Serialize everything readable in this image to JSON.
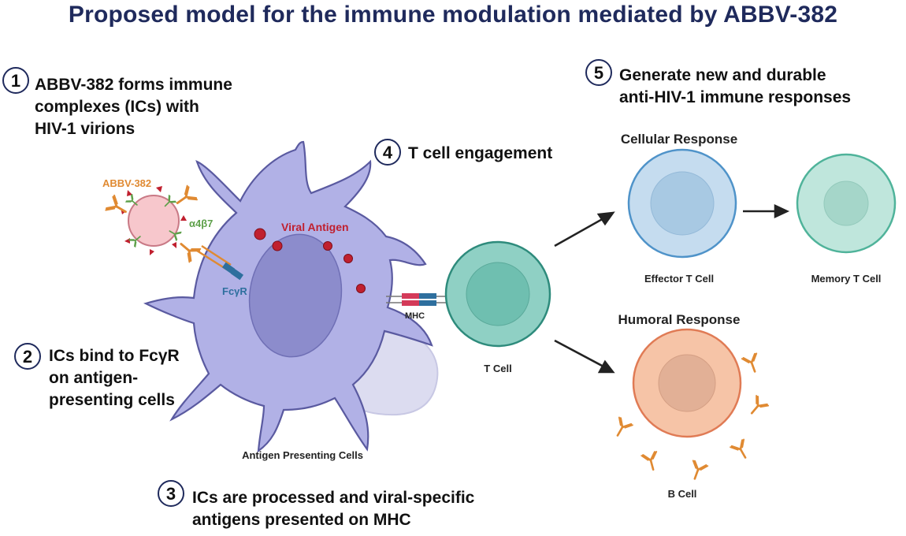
{
  "title": "Proposed model for the immune modulation mediated by ABBV-382",
  "steps": [
    {
      "number": "1",
      "lines": [
        "ABBV-382 forms immune",
        "complexes (ICs) with",
        "HIV-1 virions"
      ]
    },
    {
      "number": "2",
      "lines": [
        "ICs bind to FcγR",
        "on antigen-",
        "presenting cells"
      ]
    },
    {
      "number": "3",
      "lines": [
        "ICs are processed and viral-specific",
        "antigens presented on MHC"
      ]
    },
    {
      "number": "4",
      "lines": [
        "T cell engagement"
      ]
    },
    {
      "number": "5",
      "lines": [
        "Generate new and durable",
        "anti-HIV-1 immune responses"
      ]
    }
  ],
  "labels": {
    "abbv382": "ABBV-382",
    "a4b7": "α4β7",
    "fcgr": "FcγR",
    "viral_antigen": "Viral Antigen",
    "mhc": "MHC",
    "apc": "Antigen Presenting Cells",
    "t_cell": "T Cell",
    "cellular_response": "Cellular Response",
    "effector": "Effector T Cell",
    "memory": "Memory T Cell",
    "humoral_response": "Humoral Response",
    "b_cell": "B Cell"
  },
  "colors": {
    "title": "#1f2a5c",
    "apc_body": "#b1b1e6",
    "apc_nucleus": "#8c8ccc",
    "apc_outline": "#5a5aa0",
    "t_cell": "#8fd0c4",
    "effector": "#c5dcef",
    "memory": "#bfe6dc",
    "b_cell": "#f6c4a7",
    "antibody": "#e08a32",
    "virion": "#f7c7cc",
    "viral_antigen": "#c0202f",
    "receptor_blue": "#2e6f9e"
  }
}
